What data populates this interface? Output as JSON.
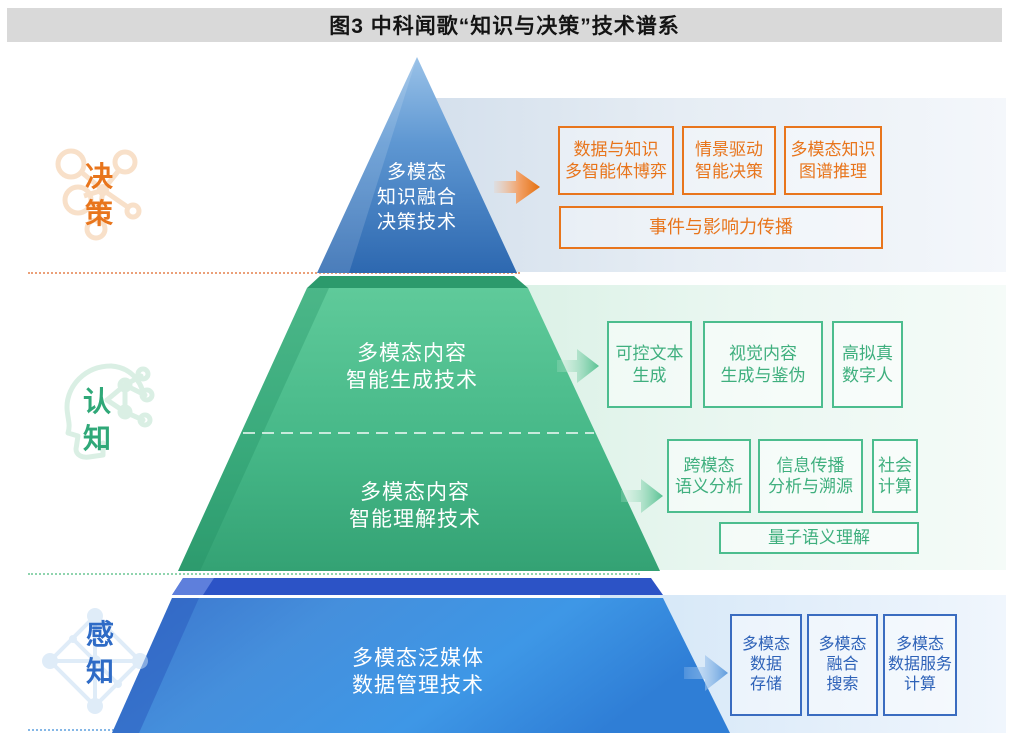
{
  "title": "图3 中科闻歌“知识与决策”技术谱系",
  "colors": {
    "decision_accent": "#E8751C",
    "cognition_accent": "#3FAF7E",
    "perception_accent": "#2E62B8",
    "pyramid_top": "#3E7DC4",
    "pyramid_middle": "#46B888",
    "pyramid_bottom": "#3E8FDE",
    "title_bar": "#D9D9D9"
  },
  "icons": {
    "decision": "network-graph-icon",
    "cognition": "head-circuit-icon",
    "perception": "network-diamond-icon",
    "arrows": "arrow-right-icon"
  },
  "rails": {
    "decision": [
      "决",
      "策"
    ],
    "cognition": [
      "认",
      "知"
    ],
    "perception": [
      "感",
      "知"
    ]
  },
  "pyramid": {
    "decision": [
      "多模态",
      "知识融合",
      "决策技术"
    ],
    "generation": [
      "多模态内容",
      "智能生成技术"
    ],
    "understanding": [
      "多模态内容",
      "智能理解技术"
    ],
    "perception": [
      "多模态泛媒体",
      "数据管理技术"
    ]
  },
  "boxes": {
    "decision": [
      [
        "数据与知识",
        "多智能体博弈"
      ],
      [
        "情景驱动",
        "智能决策"
      ],
      [
        "多模态知识",
        "图谱推理"
      ]
    ],
    "decision_wide": "事件与影响力传播",
    "generation": [
      [
        "可控文本",
        "生成"
      ],
      [
        "视觉内容",
        "生成与鉴伪"
      ],
      [
        "高拟真",
        "数字人"
      ]
    ],
    "understanding": [
      [
        "跨模态",
        "语义分析"
      ],
      [
        "信息传播",
        "分析与溯源"
      ],
      [
        "社会",
        "计算"
      ]
    ],
    "understanding_wide": "量子语义理解",
    "perception": [
      [
        "多模态",
        "数据",
        "存储"
      ],
      [
        "多模态",
        "融合",
        "搜索"
      ],
      [
        "多模态",
        "数据服务",
        "计算"
      ]
    ]
  }
}
